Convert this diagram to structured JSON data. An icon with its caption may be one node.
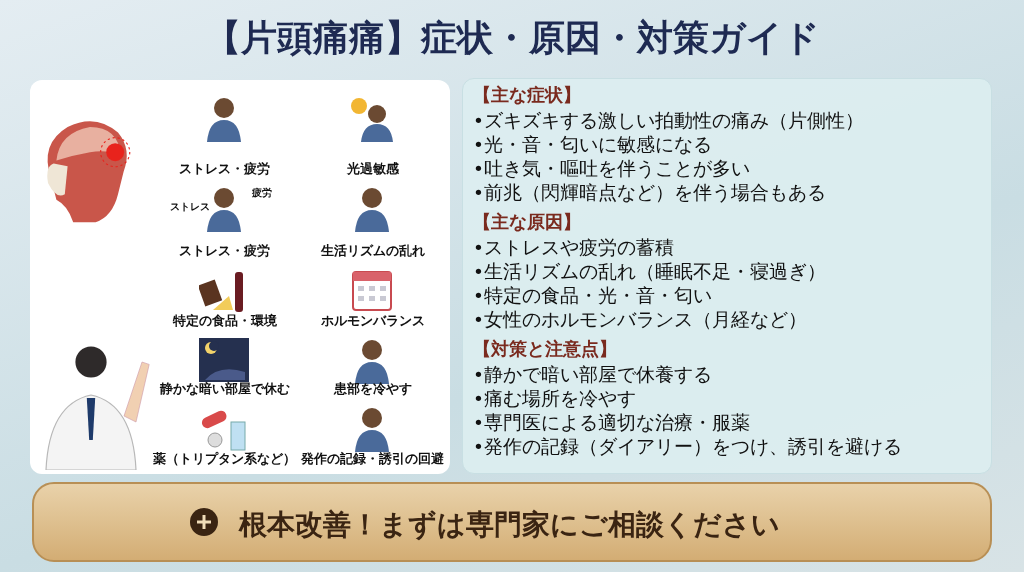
{
  "diagram": {
    "title": "【片頭痛痛】症状・原因・対策ガイド",
    "nodes": [
      {
        "text": [],
        "shape": "box"
      },
      {
        "text": [
          "ストレス・疲労"
        ],
        "in": 0
      },
      {
        "text": [
          "光過敏感"
        ],
        "in": 0
      },
      {
        "text": [
          "ストレス・疲労"
        ],
        "in": 0
      },
      {
        "text": [
          "生活リズムの乱れ"
        ],
        "in": 0
      },
      {
        "text": [
          "特定の食品・環境"
        ],
        "in": 0
      },
      {
        "text": [
          "ホルモンバランス"
        ],
        "in": 0
      },
      {
        "text": [
          "静かな暗い部屋で休む"
        ],
        "in": 0
      },
      {
        "text": [
          "患部を冷やす"
        ],
        "in": 0
      },
      {
        "text": [
          "薬（トリプタン系など）"
        ],
        "in": 0
      },
      {
        "text": [
          "発作の記録・誘引の回避"
        ],
        "in": 0
      },
      {
        "text": [
          "【主な症状】",
          "•ズキズキする激しい拍動性の痛み（片側性）",
          "•光・音・匂いに敏感になる",
          "•吐き気・嘔吐を伴うことが多い",
          "•前兆（閃輝暗点など）を伴う場合もある",
          "【主な原因】",
          "•ストレスや疲労の蓄積",
          "•生活リズムの乱れ（睡眠不足・寝過ぎ）",
          "•特定の食品・光・音・匂い",
          "•女性のホルモンバランス（月経など）",
          "【対策と注意点】",
          "•静かで暗い部屋で休養する",
          "•痛む場所を冷やす",
          "•専門医による適切な治療・服薬",
          "•発作の記録（ダイアリー）をつけ、誘引を避ける"
        ]
      },
      {
        "text": [
          "根本改善！まずは専門家にご相談ください"
        ]
      }
    ],
    "labels": [
      "ストレス",
      "疲労"
    ]
  }
}
